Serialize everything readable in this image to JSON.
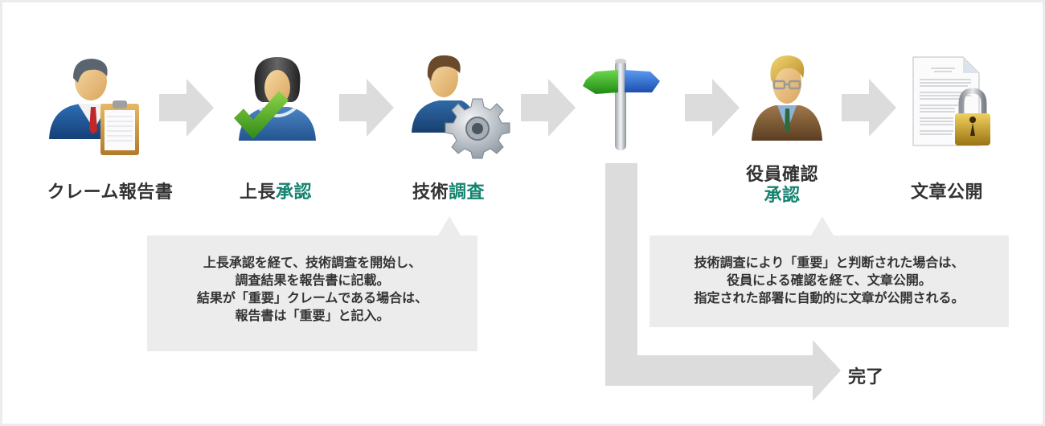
{
  "colors": {
    "accent": "#13836f",
    "text": "#333333",
    "arrow": "#dcdcdc",
    "callout_bg": "#ececec",
    "border": "#ececec"
  },
  "steps": [
    {
      "icon": "businessman-clipboard-icon",
      "label_plain": "クレーム報告書",
      "label_accent": ""
    },
    {
      "icon": "woman-checkmark-icon",
      "label_plain": "上長",
      "label_accent": "承認"
    },
    {
      "icon": "man-gear-icon",
      "label_plain": "技術",
      "label_accent": "調査"
    },
    {
      "icon": "signpost-icon",
      "label_plain": "",
      "label_accent": ""
    },
    {
      "icon": "executive-glasses-icon",
      "label_plain": "役員確認",
      "label_accent": "承認"
    },
    {
      "icon": "locked-document-icon",
      "label_plain": "文章公開",
      "label_accent": ""
    }
  ],
  "callouts": {
    "tech_review": {
      "lines": [
        "上長承認を経て、技術調査を開始し、",
        "調査結果を報告書に記載。",
        "結果が「重要」クレームである場合は、",
        "報告書は「重要」と記入。"
      ]
    },
    "executive_approval": {
      "lines": [
        "技術調査により「重要」と判断された場合は、",
        "役員による確認を経て、文章公開。",
        "指定された部署に自動的に文章が公開される。"
      ]
    }
  },
  "branch": {
    "done_label": "完了"
  }
}
